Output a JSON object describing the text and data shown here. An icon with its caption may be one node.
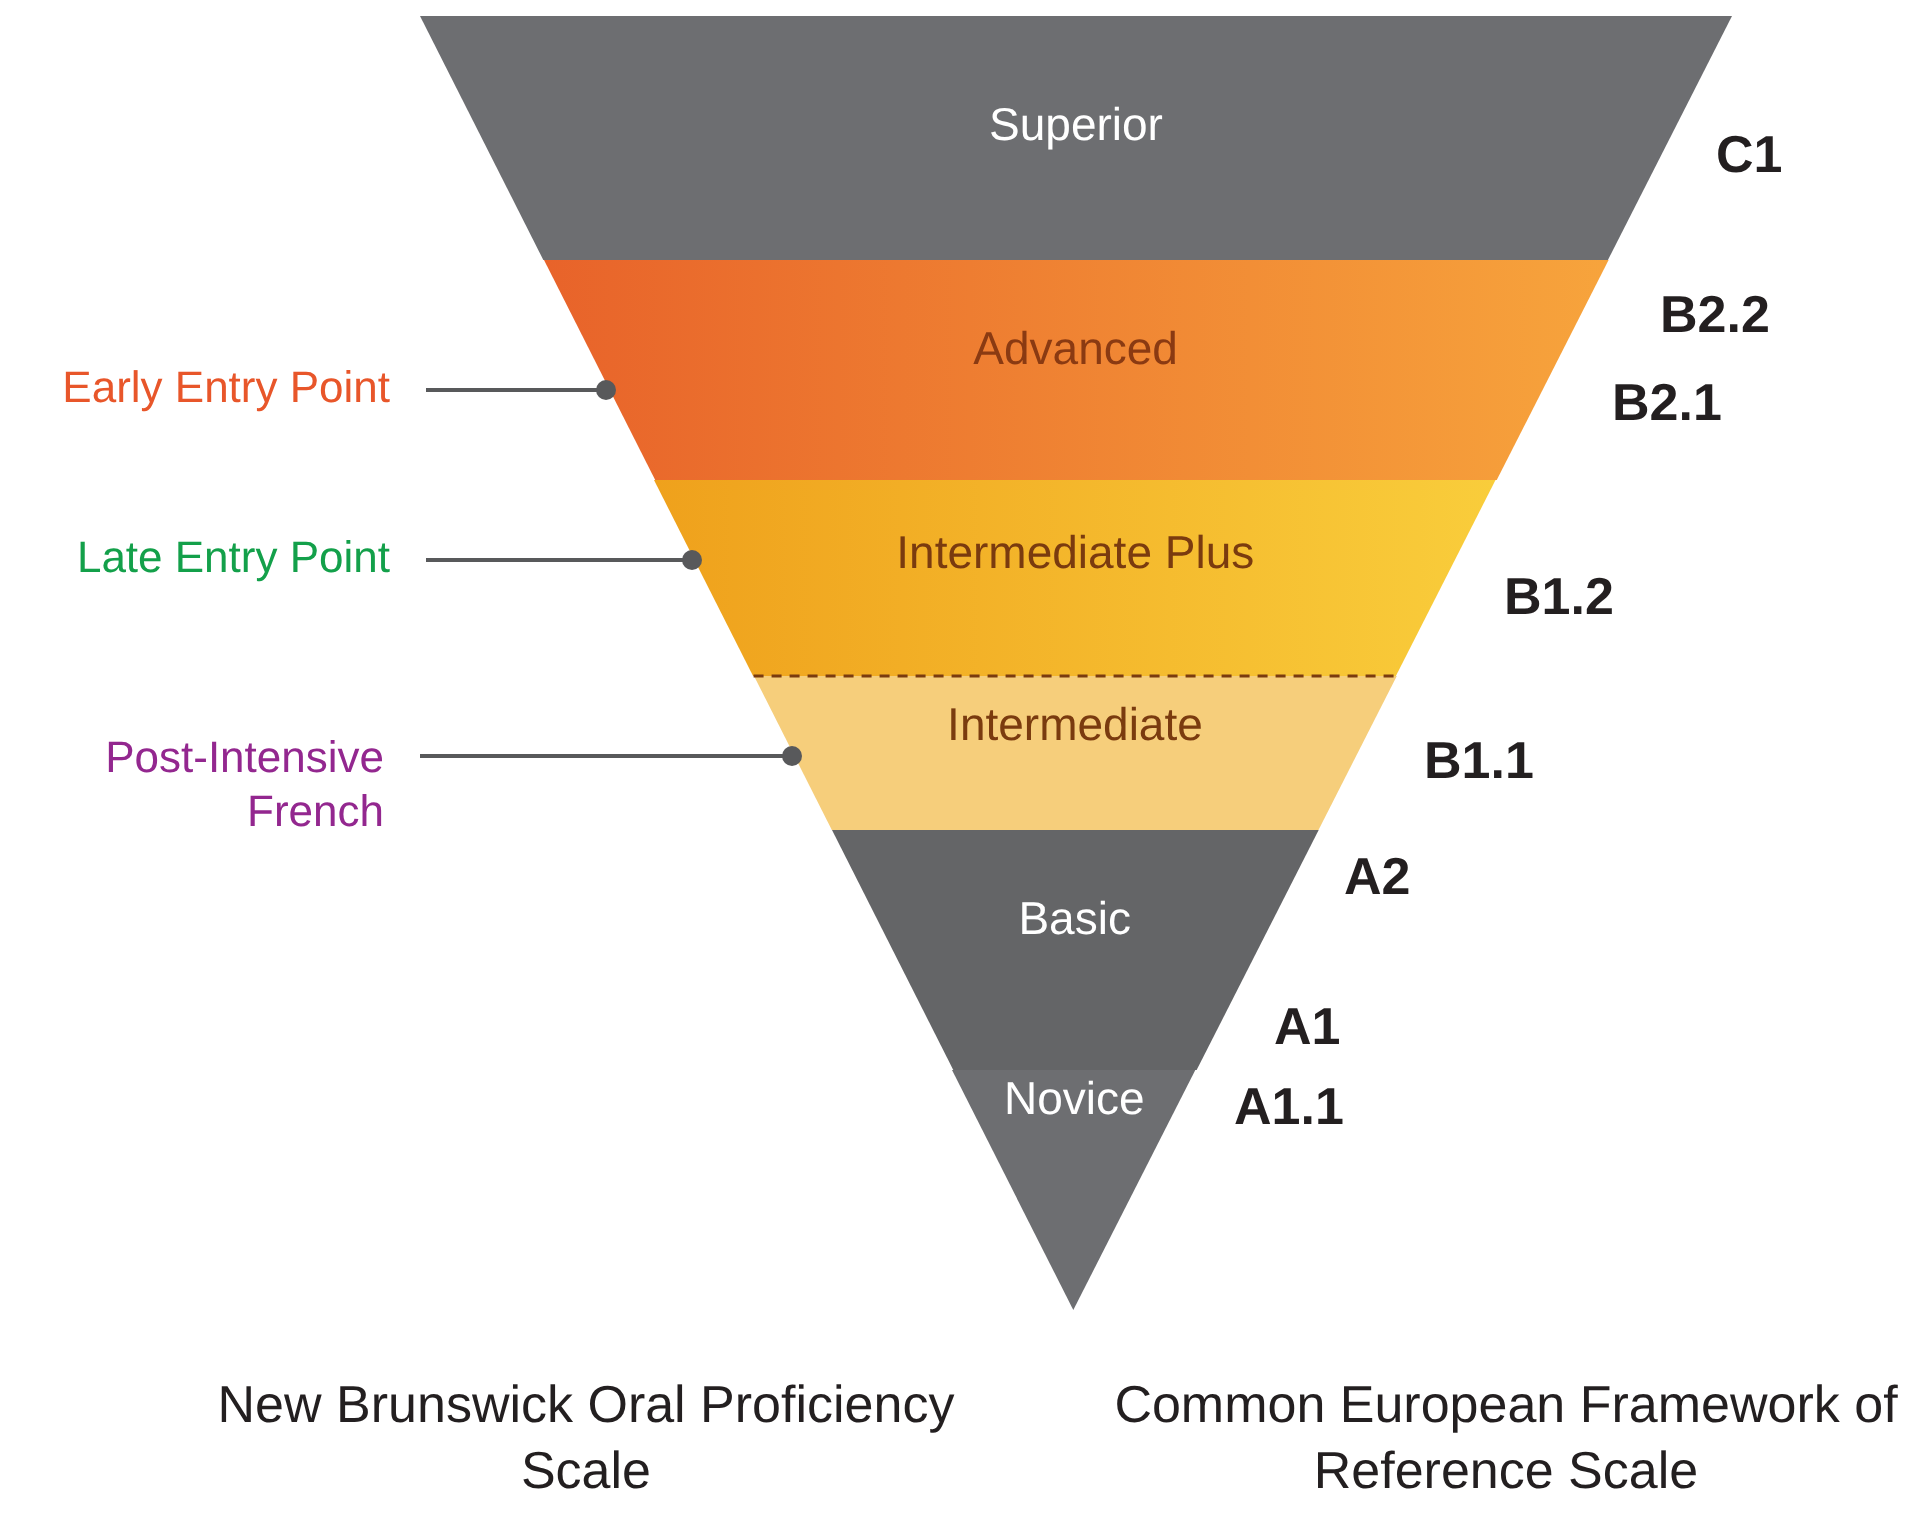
{
  "diagram": {
    "nodes": [
      {
        "text": [
          "Superior"
        ]
      },
      {
        "text": [
          "Advanced"
        ]
      },
      {
        "text": [
          "Intermediate Plus"
        ]
      },
      {
        "text": [
          "Intermediate"
        ]
      },
      {
        "text": [
          "Basic"
        ]
      },
      {
        "text": [
          "Novice"
        ]
      },
      {
        "text": [
          "Early Entry Point"
        ]
      },
      {
        "text": [
          "Late Entry Point"
        ]
      },
      {
        "text": [
          "Post-Intensive French"
        ]
      }
    ],
    "edges": [
      {
        "from": 6,
        "to": 1,
        "arrow": "other"
      },
      {
        "from": 7,
        "to": 2,
        "arrow": "other"
      },
      {
        "from": 8,
        "to": 3,
        "arrow": "other"
      }
    ],
    "labels": [
      "C1",
      "B2.2",
      "B2.1",
      "B1.2",
      "B1.1",
      "A2",
      "A1",
      "A1.1",
      "New Brunswick Oral Proficiency Scale",
      "Common European Framework of Reference Scale"
    ]
  }
}
